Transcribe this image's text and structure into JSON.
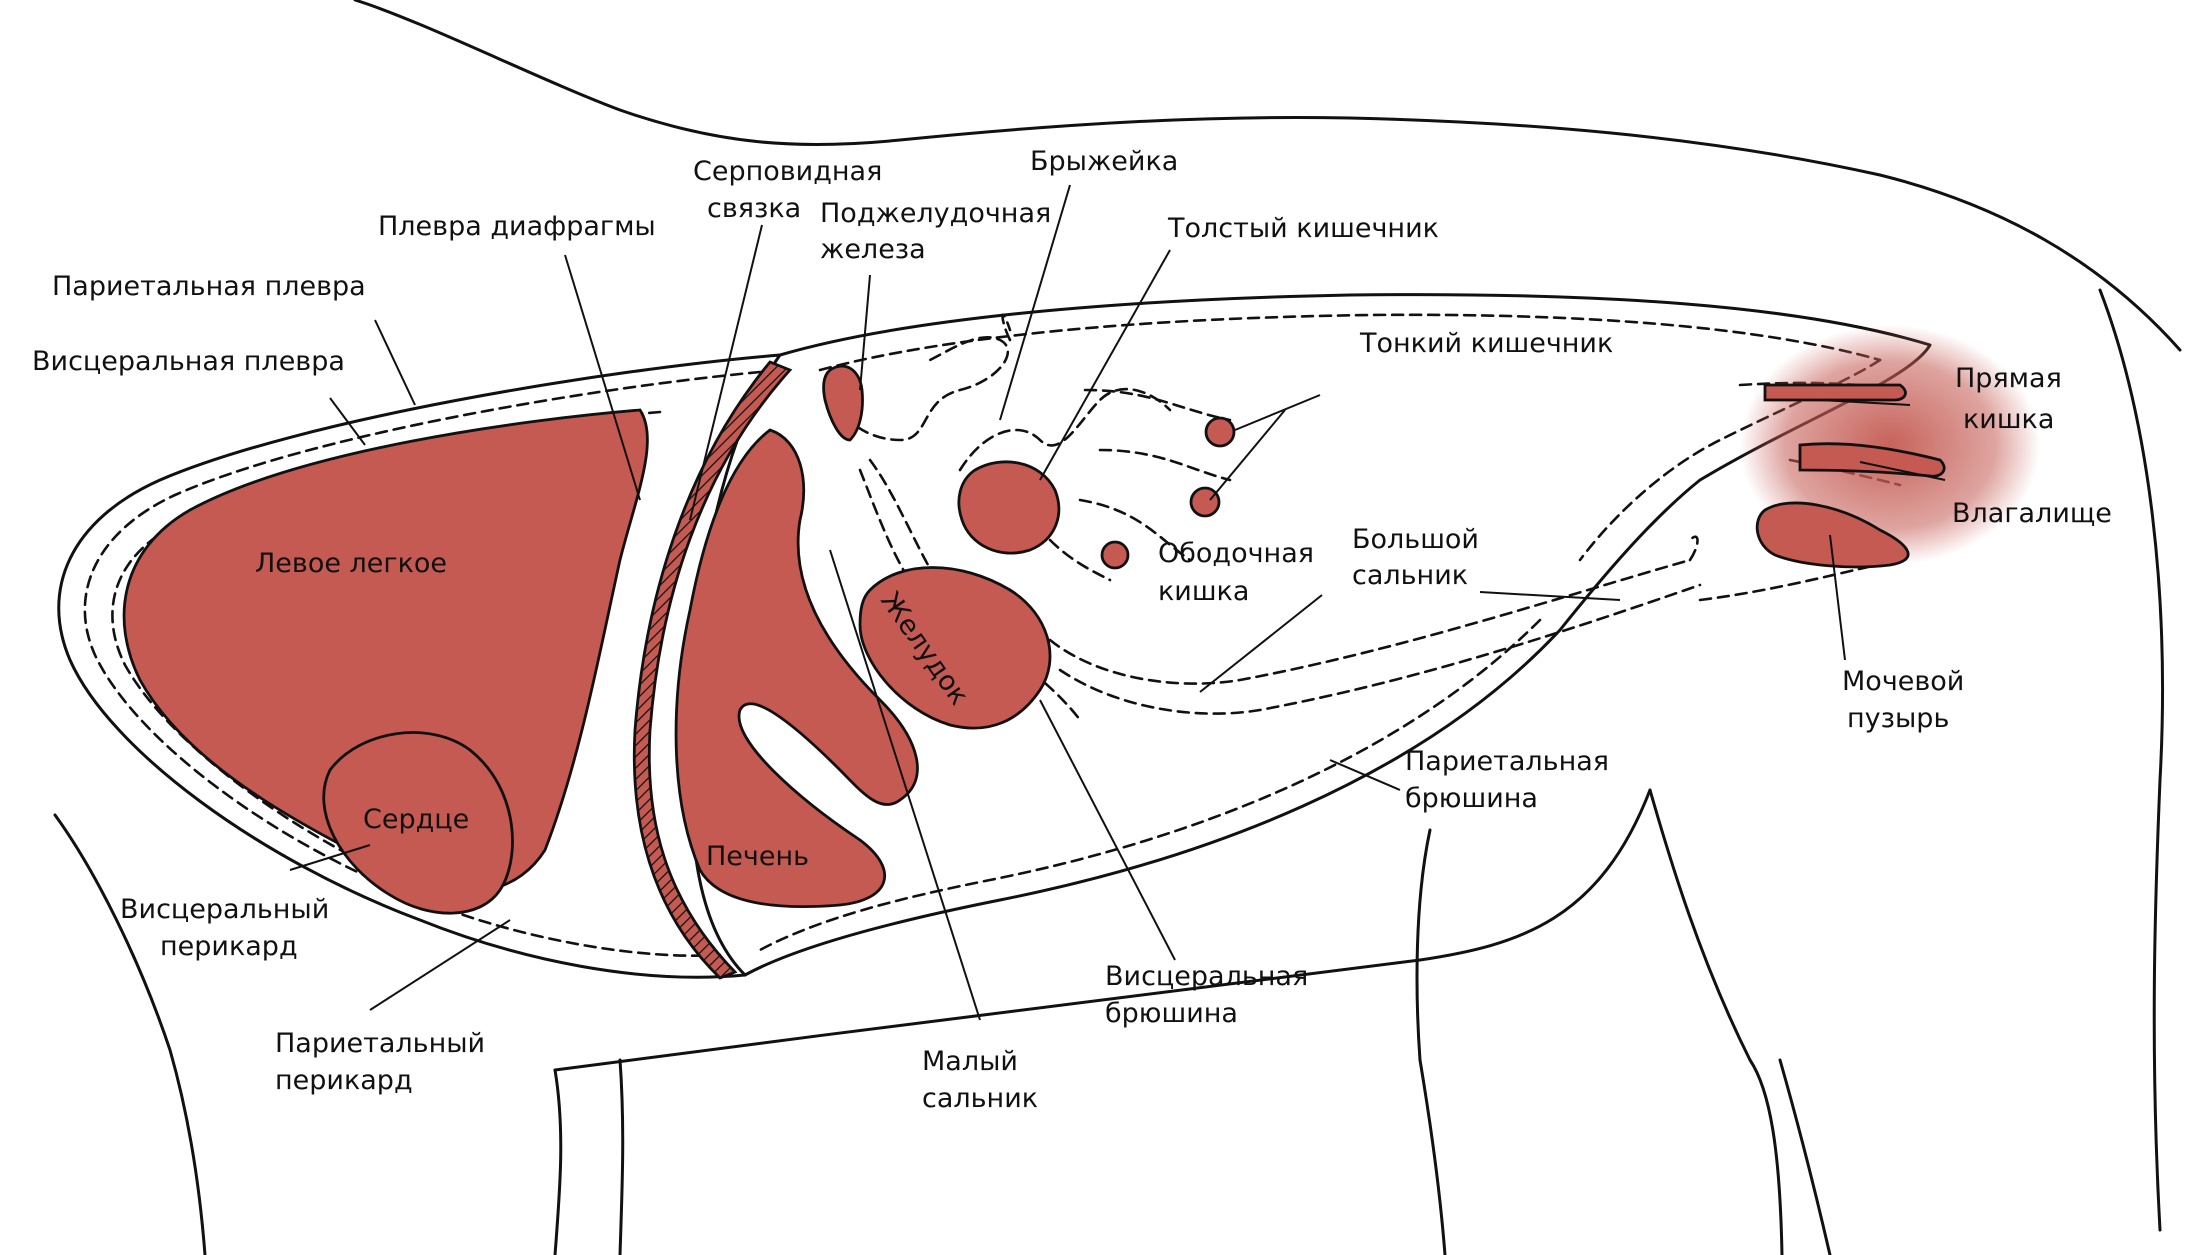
{
  "colors": {
    "organ": "#c45a52",
    "outline": "#111111",
    "background": "#ffffff",
    "diaphragm_hatch": "#8e3a33"
  },
  "labels": {
    "parietal_pleura": "Париетальная плевра",
    "visceral_pleura": "Висцеральная плевра",
    "diaphragm_pleura": "Плевра диафрагмы",
    "falciform_1": "Серповидная",
    "falciform_2": "связка",
    "pancreas_1": "Поджелудочная",
    "pancreas_2": "железа",
    "mesentery": "Брыжейка",
    "large_intestine": "Толстый кишечник",
    "small_intestine": "Тонкий кишечник",
    "rectum_1": "Прямая",
    "rectum_2": "кишка",
    "vagina": "Влагалище",
    "colon_1": "Ободочная",
    "colon_2": "кишка",
    "greater_omentum_1": "Большой",
    "greater_omentum_2": "сальник",
    "bladder_1": "Мочевой",
    "bladder_2": "пузырь",
    "parietal_peritoneum_1": "Париетальная",
    "parietal_peritoneum_2": "брюшина",
    "visceral_peritoneum_1": "Висцеральная",
    "visceral_peritoneum_2": "брюшина",
    "lesser_omentum_1": "Малый",
    "lesser_omentum_2": "сальник",
    "parietal_pericardium_1": "Париетальный",
    "parietal_pericardium_2": "перикард",
    "visceral_pericardium_1": "Висцеральный",
    "visceral_pericardium_2": "перикард"
  },
  "organs": {
    "left_lung": "Левое легкое",
    "heart": "Сердце",
    "liver": "Печень",
    "stomach": "Желудок"
  }
}
